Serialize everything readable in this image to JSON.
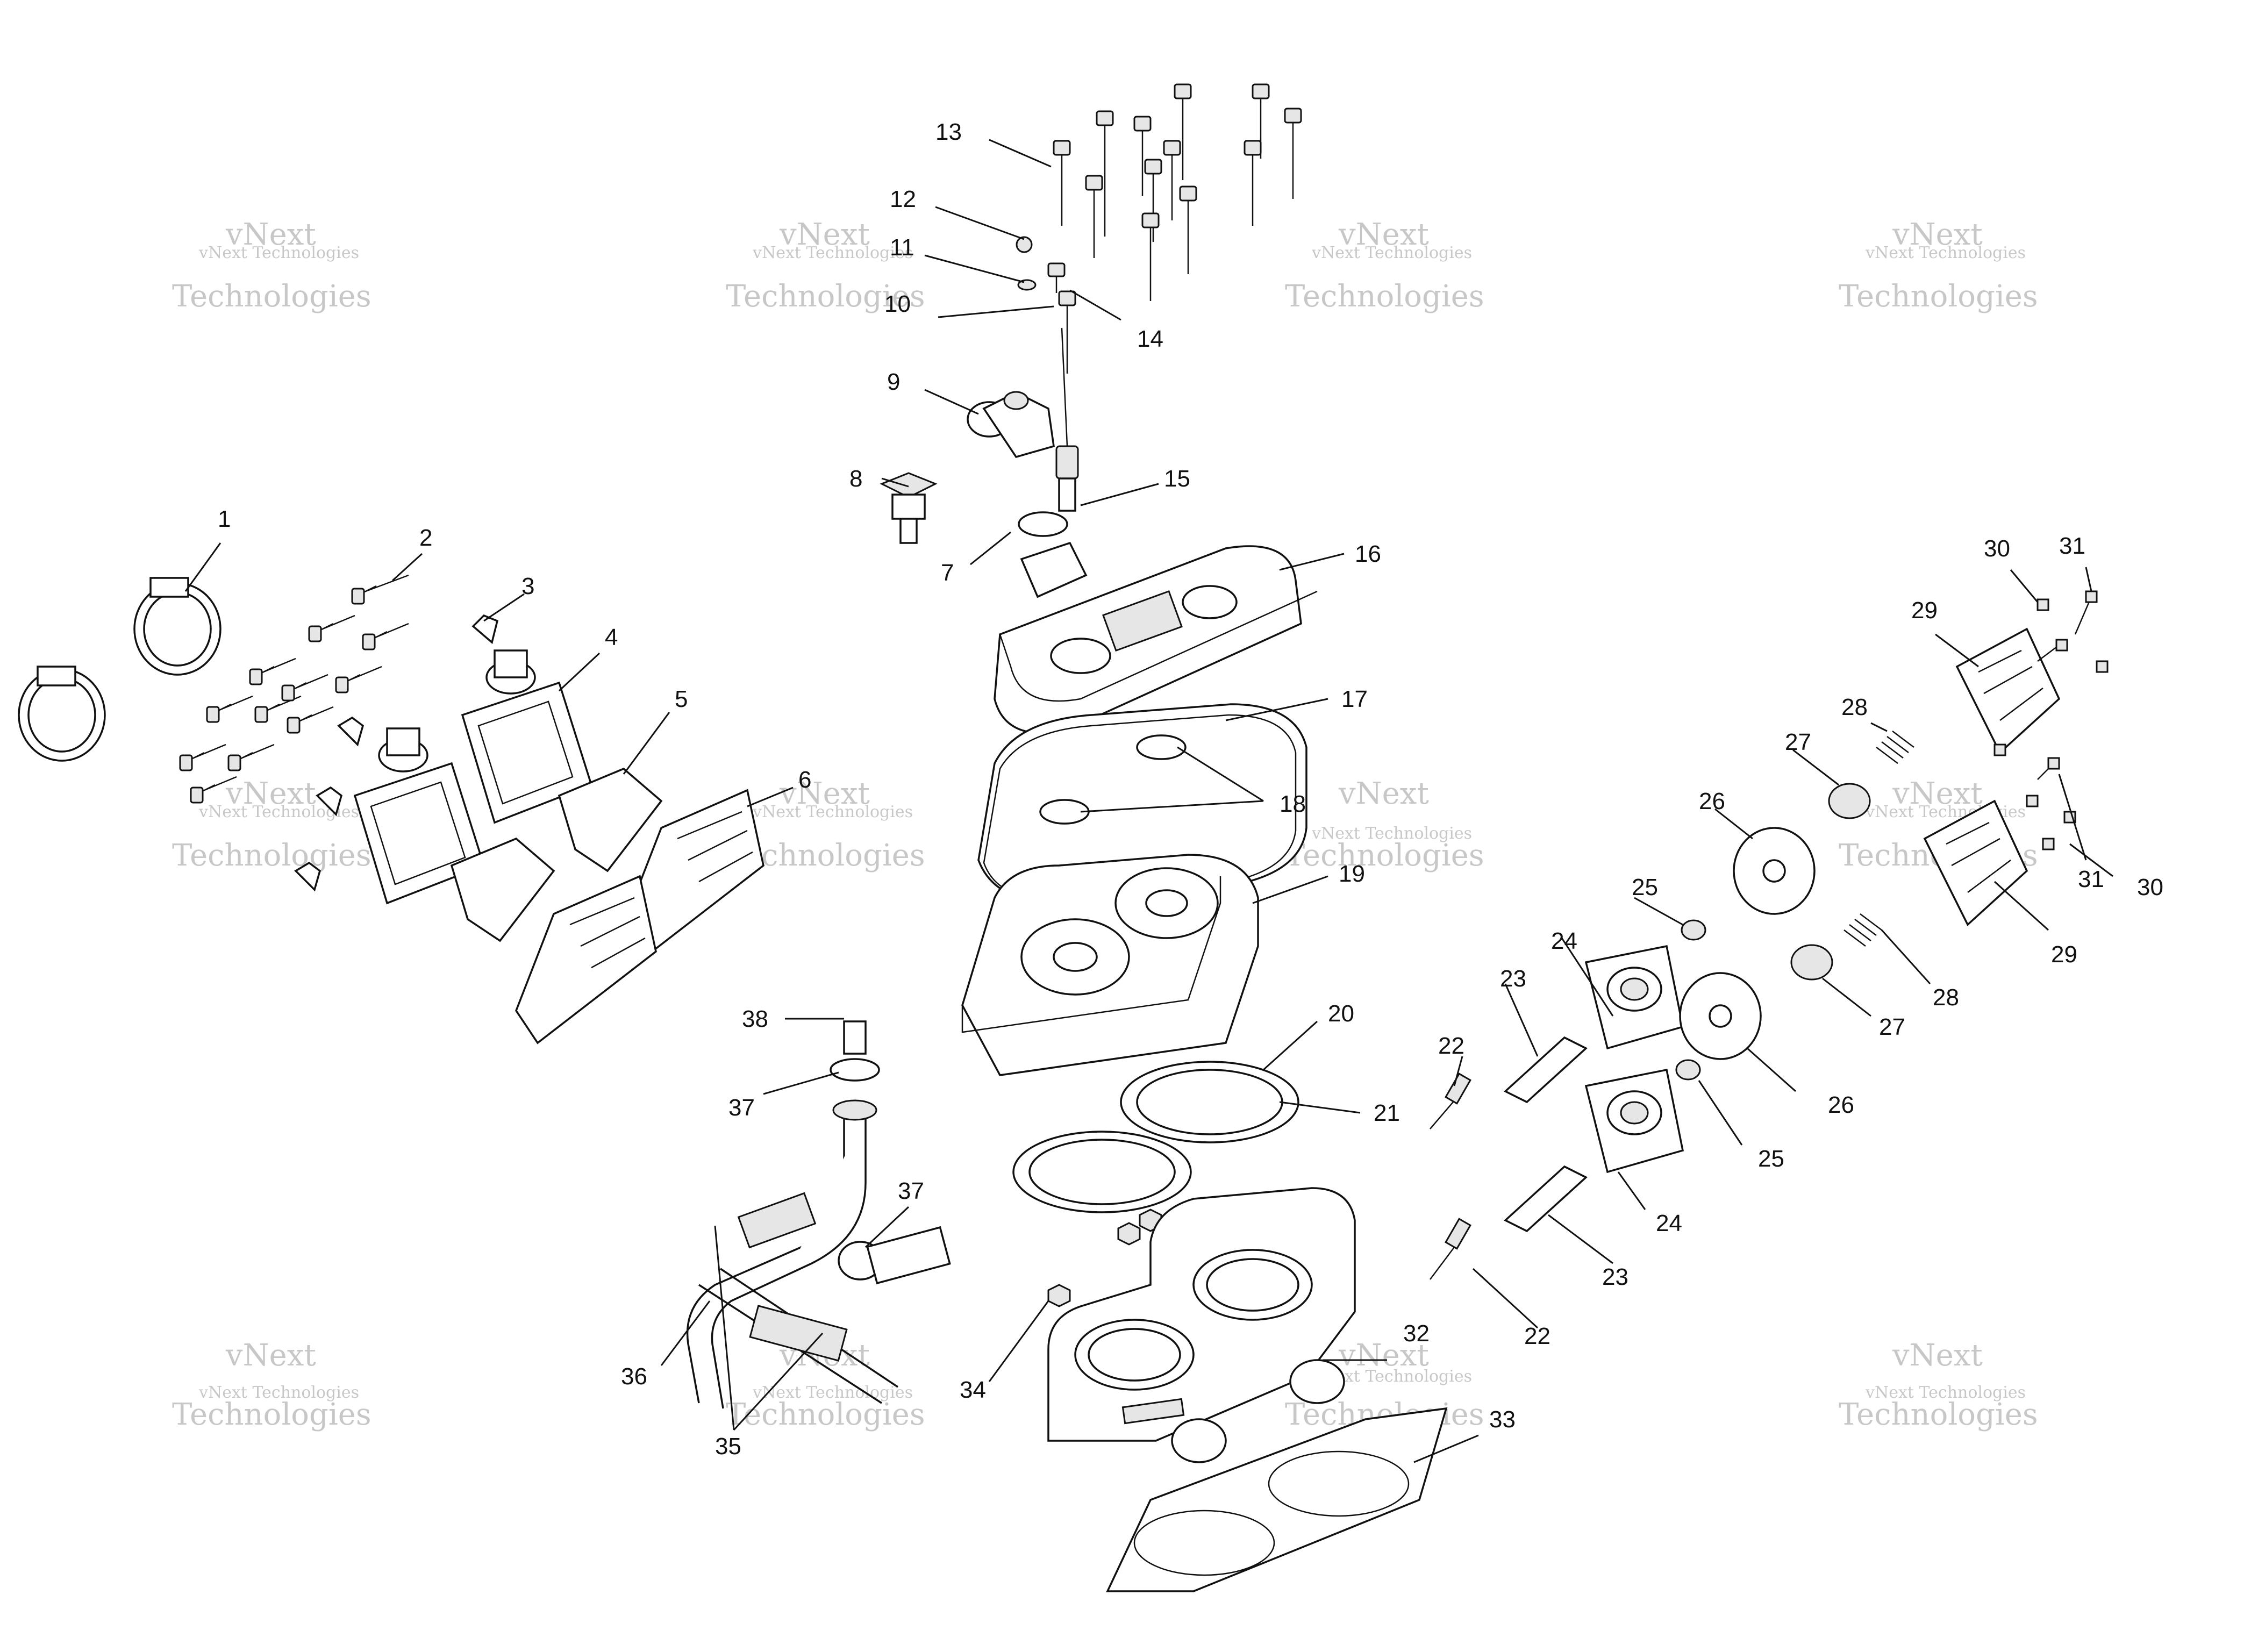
{
  "watermark": {
    "line1": "vNext Technologies",
    "line2": "vNext",
    "line3": "Technologies"
  },
  "callouts": [
    "1",
    "2",
    "3",
    "4",
    "5",
    "6",
    "7",
    "8",
    "9",
    "10",
    "11",
    "12",
    "13",
    "14",
    "15",
    "16",
    "17",
    "18",
    "19",
    "20",
    "21",
    "22",
    "22",
    "23",
    "23",
    "24",
    "24",
    "25",
    "25",
    "26",
    "26",
    "27",
    "27",
    "28",
    "28",
    "29",
    "29",
    "30",
    "30",
    "31",
    "31",
    "32",
    "33",
    "34",
    "35",
    "36",
    "37",
    "37",
    "38"
  ],
  "colors": {
    "line": "#111111",
    "watermark": "#9a9a9a",
    "background": "#ffffff"
  }
}
